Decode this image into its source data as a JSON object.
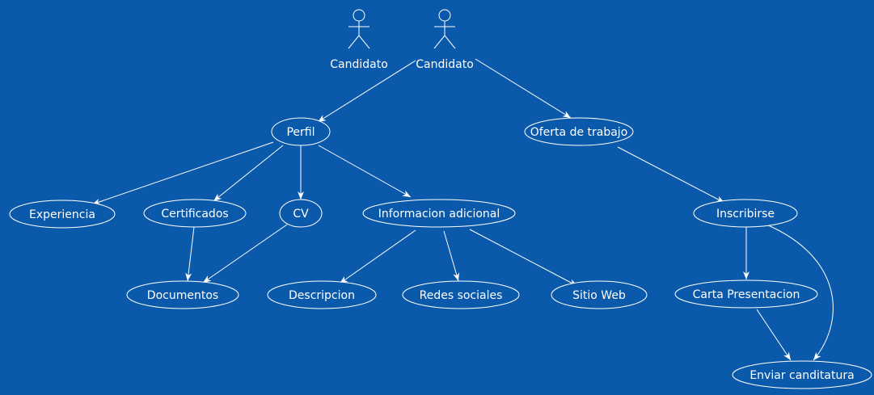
{
  "diagram": {
    "background": "#0b59aa",
    "line_color": "#ffffff",
    "actors": [
      {
        "id": "a1",
        "label": "Candidato"
      },
      {
        "id": "a2",
        "label": "Candidato"
      }
    ],
    "use_cases": [
      {
        "id": "perfil",
        "label": "Perfil"
      },
      {
        "id": "oferta",
        "label": "Oferta de trabajo"
      },
      {
        "id": "experiencia",
        "label": "Experiencia"
      },
      {
        "id": "certificados",
        "label": "Certificados"
      },
      {
        "id": "cv",
        "label": "CV"
      },
      {
        "id": "info",
        "label": "Informacion adicional"
      },
      {
        "id": "inscribirse",
        "label": "Inscribirse"
      },
      {
        "id": "documentos",
        "label": "Documentos"
      },
      {
        "id": "descripcion",
        "label": "Descripcion"
      },
      {
        "id": "redes",
        "label": "Redes sociales"
      },
      {
        "id": "sitio",
        "label": "Sitio Web"
      },
      {
        "id": "carta",
        "label": "Carta Presentacion"
      },
      {
        "id": "enviar",
        "label": "Enviar canditatura"
      }
    ],
    "edges": [
      {
        "from": "a2",
        "to": "perfil"
      },
      {
        "from": "a2",
        "to": "oferta"
      },
      {
        "from": "perfil",
        "to": "experiencia"
      },
      {
        "from": "perfil",
        "to": "certificados"
      },
      {
        "from": "perfil",
        "to": "cv"
      },
      {
        "from": "perfil",
        "to": "info"
      },
      {
        "from": "oferta",
        "to": "inscribirse"
      },
      {
        "from": "certificados",
        "to": "documentos"
      },
      {
        "from": "cv",
        "to": "documentos"
      },
      {
        "from": "info",
        "to": "descripcion"
      },
      {
        "from": "info",
        "to": "redes"
      },
      {
        "from": "info",
        "to": "sitio"
      },
      {
        "from": "inscribirse",
        "to": "carta"
      },
      {
        "from": "inscribirse",
        "to": "enviar"
      },
      {
        "from": "carta",
        "to": "enviar"
      }
    ]
  }
}
